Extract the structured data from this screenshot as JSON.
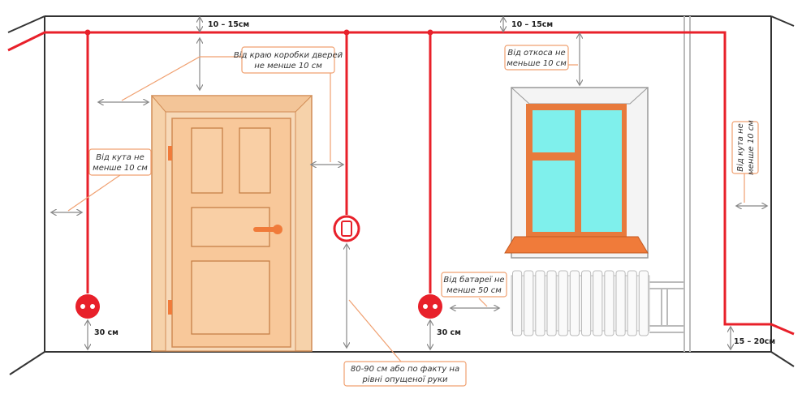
{
  "measurements": {
    "ceiling_left": "10 – 15см",
    "ceiling_right": "10 – 15см",
    "socket_left": "30 см",
    "socket_right": "30 см",
    "floor_right": "15 – 20см"
  },
  "annotations": {
    "door_frame": [
      "Від краю коробки дверей",
      "не менше 10 см"
    ],
    "corner_left": [
      "Від кута не",
      "менше 10 см"
    ],
    "window_slope": [
      "Від откоса не",
      "меньше 10 см"
    ],
    "radiator": [
      "Від батареї не",
      "менше 50 см"
    ],
    "switch_height": [
      "80-90 см або по факту на",
      "рівні опущеної руки"
    ],
    "corner_right": [
      "Від кута не",
      "менше 10 см"
    ]
  },
  "colors": {
    "wire": "#e8202a",
    "door": "#f8c89a",
    "door_frame": "#f6d2aa",
    "door_outline": "#d18c55",
    "window_frame": "#e87a3c",
    "glass": "#7ff0ec",
    "sill": "#f07b3a",
    "leader": "#f0a070"
  },
  "icons": [
    "socket-icon",
    "switch-icon",
    "radiator-icon",
    "door-handle-icon"
  ]
}
